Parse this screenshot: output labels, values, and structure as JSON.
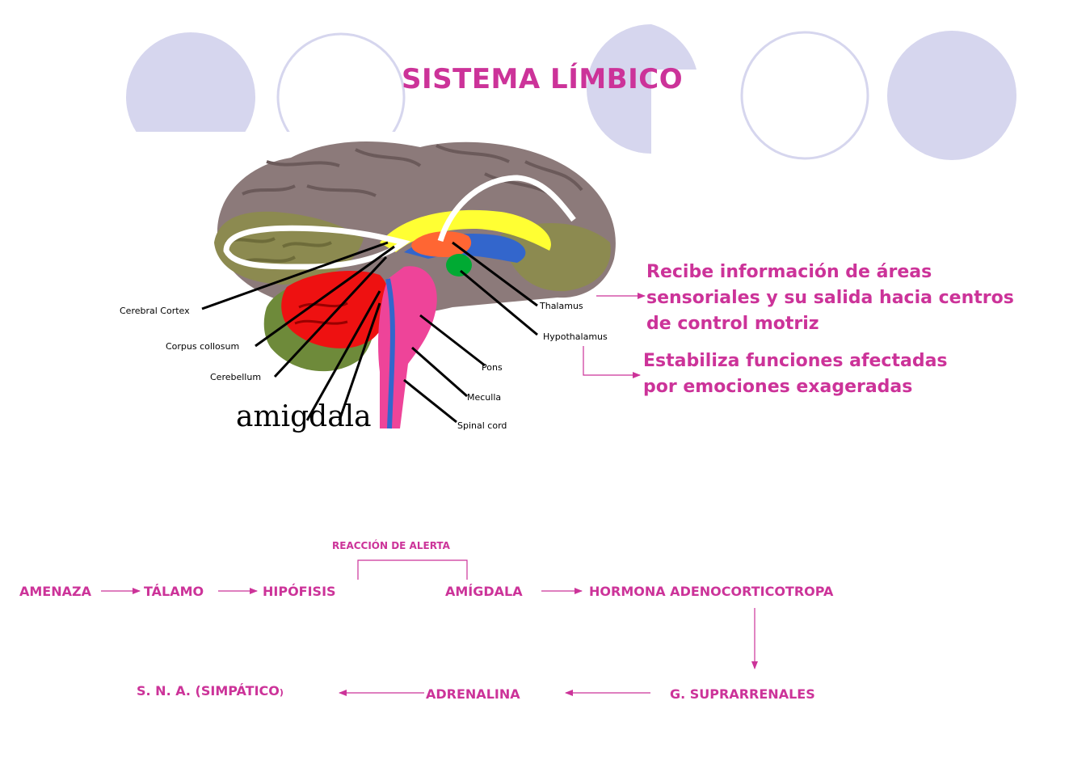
{
  "title": "SISTEMA LÍMBICO",
  "colors": {
    "accent": "#cc3399",
    "circle_fill": "#d6d6ee",
    "circle_stroke": "#d6d6ee"
  },
  "brain_labels": {
    "cerebral_cortex": "Cerebral Cortex",
    "corpus_callosum": "Corpus collosum",
    "cerebellum": "Cerebellum",
    "thalamus": "Thalamus",
    "hypothalamus": "Hypothalamus",
    "pons": "Pons",
    "medulla": "Meculla",
    "spinal_cord": "Spinal cord",
    "amigdala": "amigdala"
  },
  "info": {
    "thalamus_lines": [
      "Recibe información de  áreas",
      "sensoriales y su salida hacia centros",
      "de control motriz"
    ],
    "hypothalamus_lines": [
      "Estabiliza funciones afectadas",
      "por emociones exageradas"
    ]
  },
  "flow": {
    "reaccion": "REACCIÓN DE ALERTA",
    "amenaza": "AMENAZA",
    "talamo": "TÁLAMO",
    "hipofisis": "HIPÓFISIS",
    "amigdala": "AMÍGDALA",
    "hormona": "HORMONA ADENOCORTICOTROPA",
    "suprarrenales": "G. SUPRARRENALES",
    "adrenalina": "ADRENALINA",
    "sna": "S. N. A. (SIMPÁTICO",
    "sna_close": ")"
  }
}
